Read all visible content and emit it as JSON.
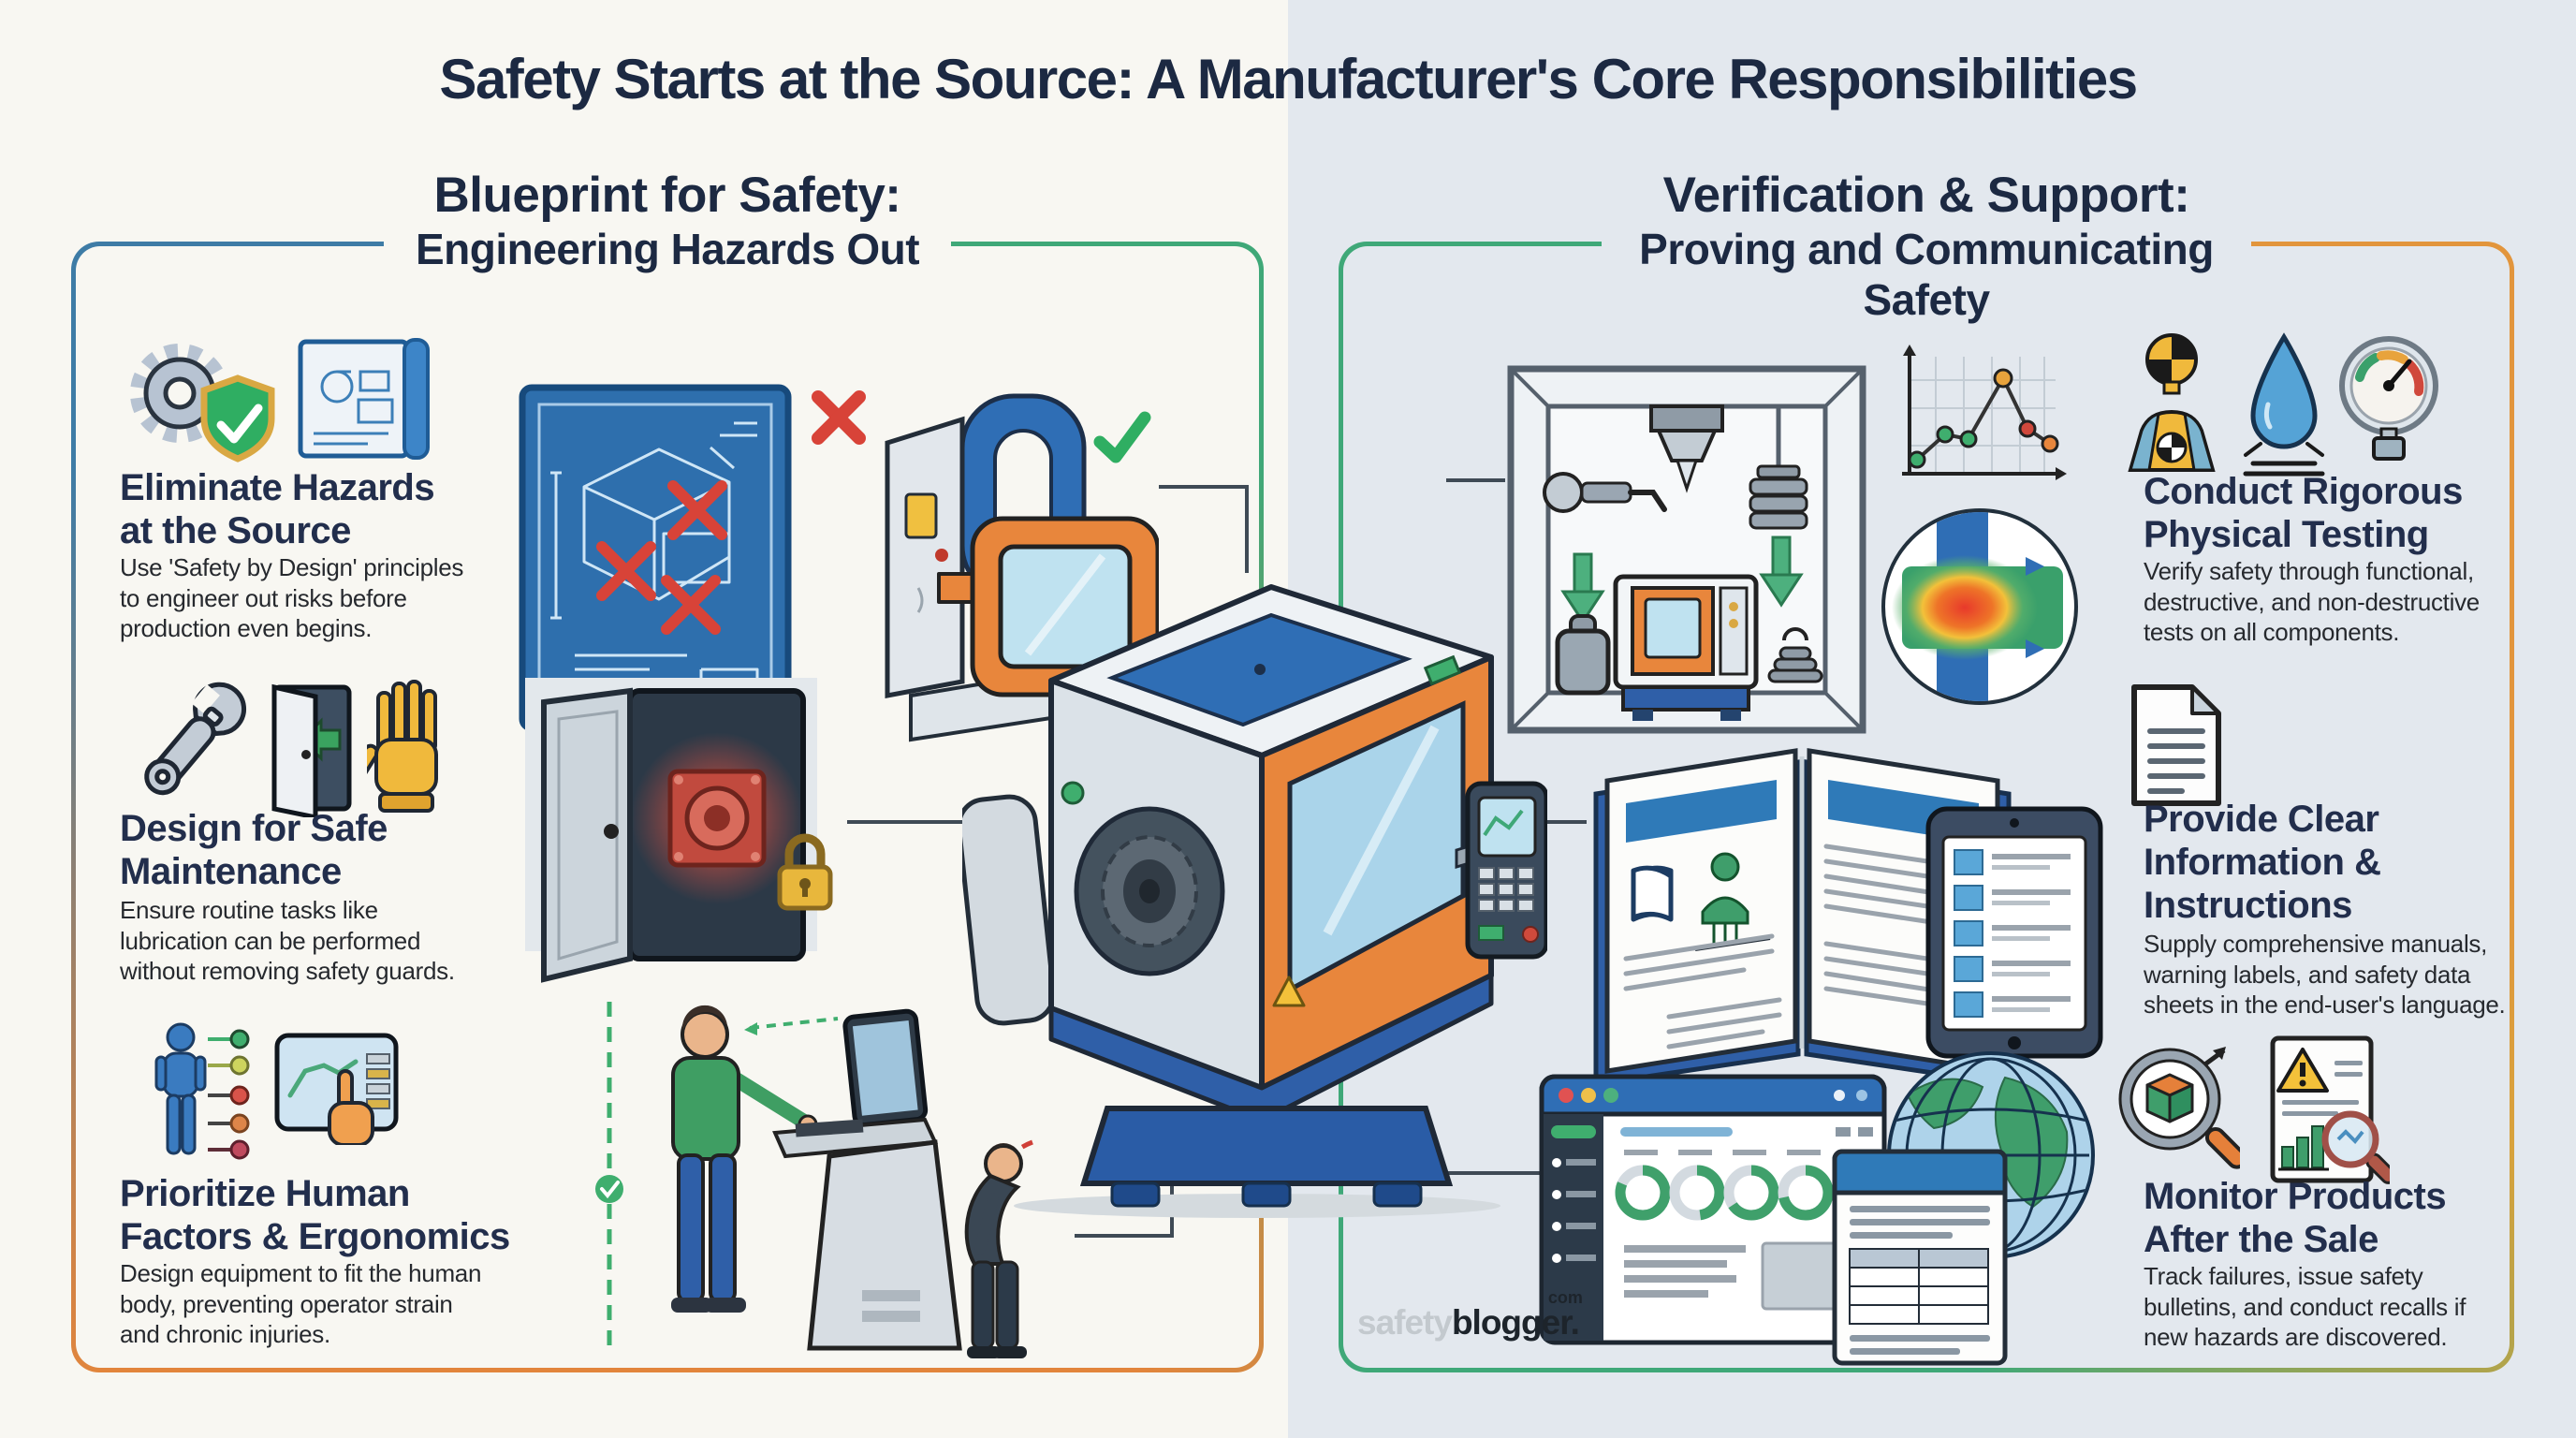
{
  "title": "Safety Starts at the Source: A Manufacturer's Core Responsibilities",
  "left_panel": {
    "title_line1": "Blueprint for Safety:",
    "title_line2": "Engineering Hazards Out",
    "border_colors": [
      "#3e7ca6",
      "#3fa878",
      "#e2853c"
    ],
    "items": [
      {
        "heading": "Eliminate Hazards\nat the Source",
        "body": "Use 'Safety by Design' principles\nto engineer out risks before\nproduction even begins.",
        "icons": [
          "gear-shield-icon",
          "blueprint-document-icon"
        ]
      },
      {
        "heading": "Design for Safe\nMaintenance",
        "body": "Ensure routine tasks like\nlubrication can be performed\nwithout removing safety guards.",
        "icons": [
          "wrench-icon",
          "access-door-icon",
          "safety-glove-icon"
        ]
      },
      {
        "heading": "Prioritize Human\nFactors & Ergonomics",
        "body": "Design equipment to fit the human\nbody, preventing operator strain\nand chronic injuries.",
        "icons": [
          "human-figure-icon",
          "touchscreen-icon"
        ]
      }
    ],
    "illustrations": [
      "blueprint-with-rejected-design",
      "red-x-mark",
      "machine-guard-design",
      "green-check-mark",
      "maintenance-access-door",
      "ergonomic-workstation-scene"
    ]
  },
  "right_panel": {
    "title_line1": "Verification & Support:",
    "title_line2": "Proving and Communicating Safety",
    "border_colors": [
      "#3fa878",
      "#d8a23c",
      "#e2853c"
    ],
    "items": [
      {
        "heading": "Conduct Rigorous\nPhysical Testing",
        "body": "Verify safety through functional,\ndestructive, and non-destructive\ntests on all components.",
        "icons": [
          "crash-test-dummy-icon",
          "water-drop-icon",
          "pressure-gauge-icon"
        ]
      },
      {
        "heading": "Provide Clear\nInformation &\nInstructions",
        "body": "Supply comprehensive manuals,\nwarning labels, and safety data\nsheets in the end-user's language.",
        "icons": [
          "document-icon"
        ]
      },
      {
        "heading": "Monitor Products\nAfter the Sale",
        "body": "Track failures, issue safety\nbulletins, and conduct recalls if\nnew hazards are discovered.",
        "icons": [
          "magnifier-cube-icon",
          "recall-report-icon"
        ]
      }
    ],
    "illustrations": [
      "testing-chamber",
      "test-results-line-chart",
      "stress-heatmap",
      "open-manual-book",
      "tablet-checklist",
      "monitoring-dashboard",
      "globe",
      "safety-data-sheet"
    ]
  },
  "center_illustration": "cnc-machine",
  "logo": {
    "gray": "safety",
    "dark": "blogger",
    "sup": "com",
    "dot": "."
  },
  "colors": {
    "title_text": "#1c2942",
    "heading_text": "#222e4c",
    "body_text": "#26292e",
    "bg_left": "#f8f7f2",
    "bg_right": "#e3e8ee",
    "accent_blue": "#2f6eb5",
    "accent_orange": "#e8863c",
    "accent_green": "#3fa878",
    "accent_red": "#d84338"
  }
}
